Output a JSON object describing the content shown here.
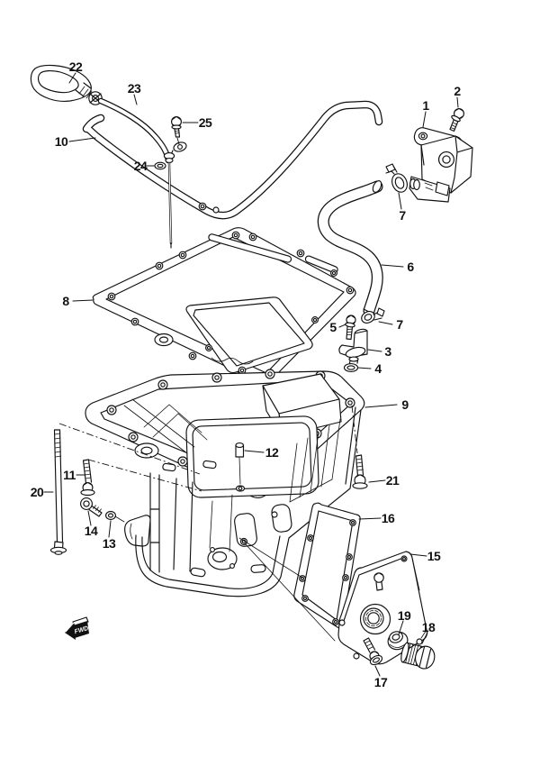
{
  "diagram": {
    "type": "exploded-parts-diagram",
    "subject": "oil-pan-engine-holder-assembly",
    "fwd_label": "FWD",
    "colors": {
      "background": "#ffffff",
      "line": "#111111",
      "arrow_fill": "#111111",
      "arrow_text": "#ffffff"
    },
    "callouts": [
      {
        "number": "22"
      },
      {
        "number": "23"
      },
      {
        "number": "25"
      },
      {
        "number": "10"
      },
      {
        "number": "24"
      },
      {
        "number": "1"
      },
      {
        "number": "2"
      },
      {
        "number": "7"
      },
      {
        "number": "6"
      },
      {
        "number": "8"
      },
      {
        "number": "5"
      },
      {
        "number": "7"
      },
      {
        "number": "3"
      },
      {
        "number": "4"
      },
      {
        "number": "9"
      },
      {
        "number": "12"
      },
      {
        "number": "11"
      },
      {
        "number": "20"
      },
      {
        "number": "21"
      },
      {
        "number": "14"
      },
      {
        "number": "13"
      },
      {
        "number": "16"
      },
      {
        "number": "15"
      },
      {
        "number": "19"
      },
      {
        "number": "18"
      },
      {
        "number": "17"
      }
    ]
  }
}
